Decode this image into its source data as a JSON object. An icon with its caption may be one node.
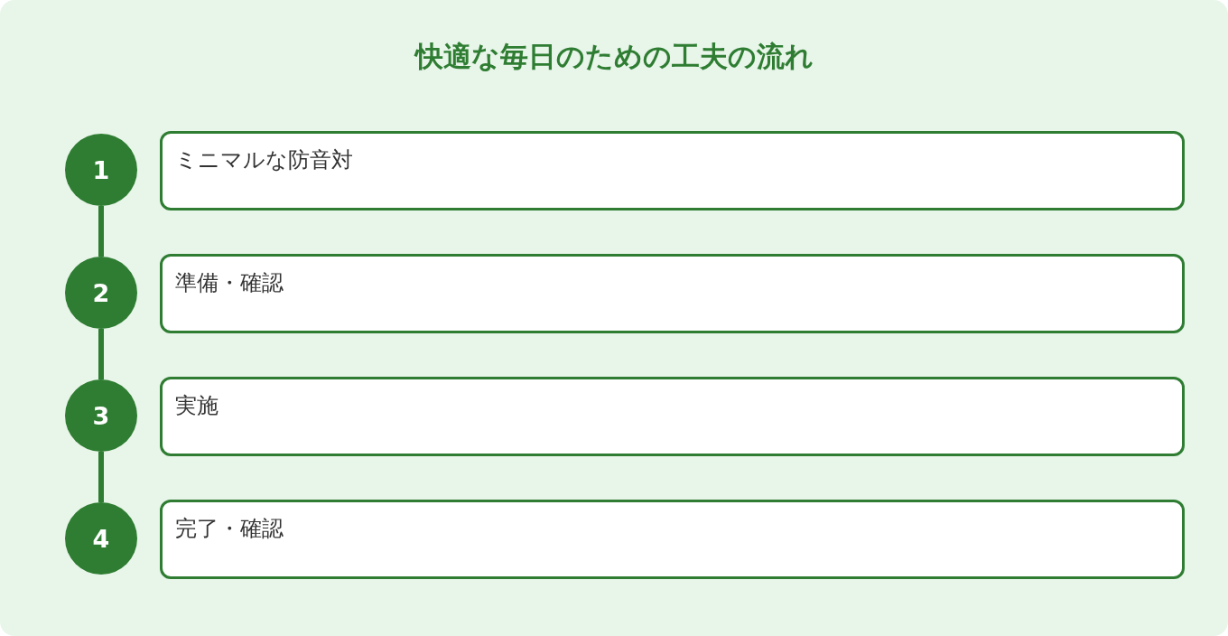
{
  "diagram": {
    "title": "快適な毎日のための工夫の流れ",
    "nodes": [
      {
        "text": [
          "1"
        ]
      },
      {
        "text": [
          "ミニマルな防音対"
        ]
      },
      {
        "text": [
          "2"
        ]
      },
      {
        "text": [
          "準備・確認"
        ]
      },
      {
        "text": [
          "3"
        ]
      },
      {
        "text": [
          "実施"
        ]
      },
      {
        "text": [
          "4"
        ]
      },
      {
        "text": [
          "完了・確認"
        ]
      }
    ],
    "edges": [
      {
        "from": 0,
        "to": 2,
        "arrow": "none"
      },
      {
        "from": 2,
        "to": 4,
        "arrow": "none"
      },
      {
        "from": 4,
        "to": 6,
        "arrow": "none"
      }
    ]
  }
}
